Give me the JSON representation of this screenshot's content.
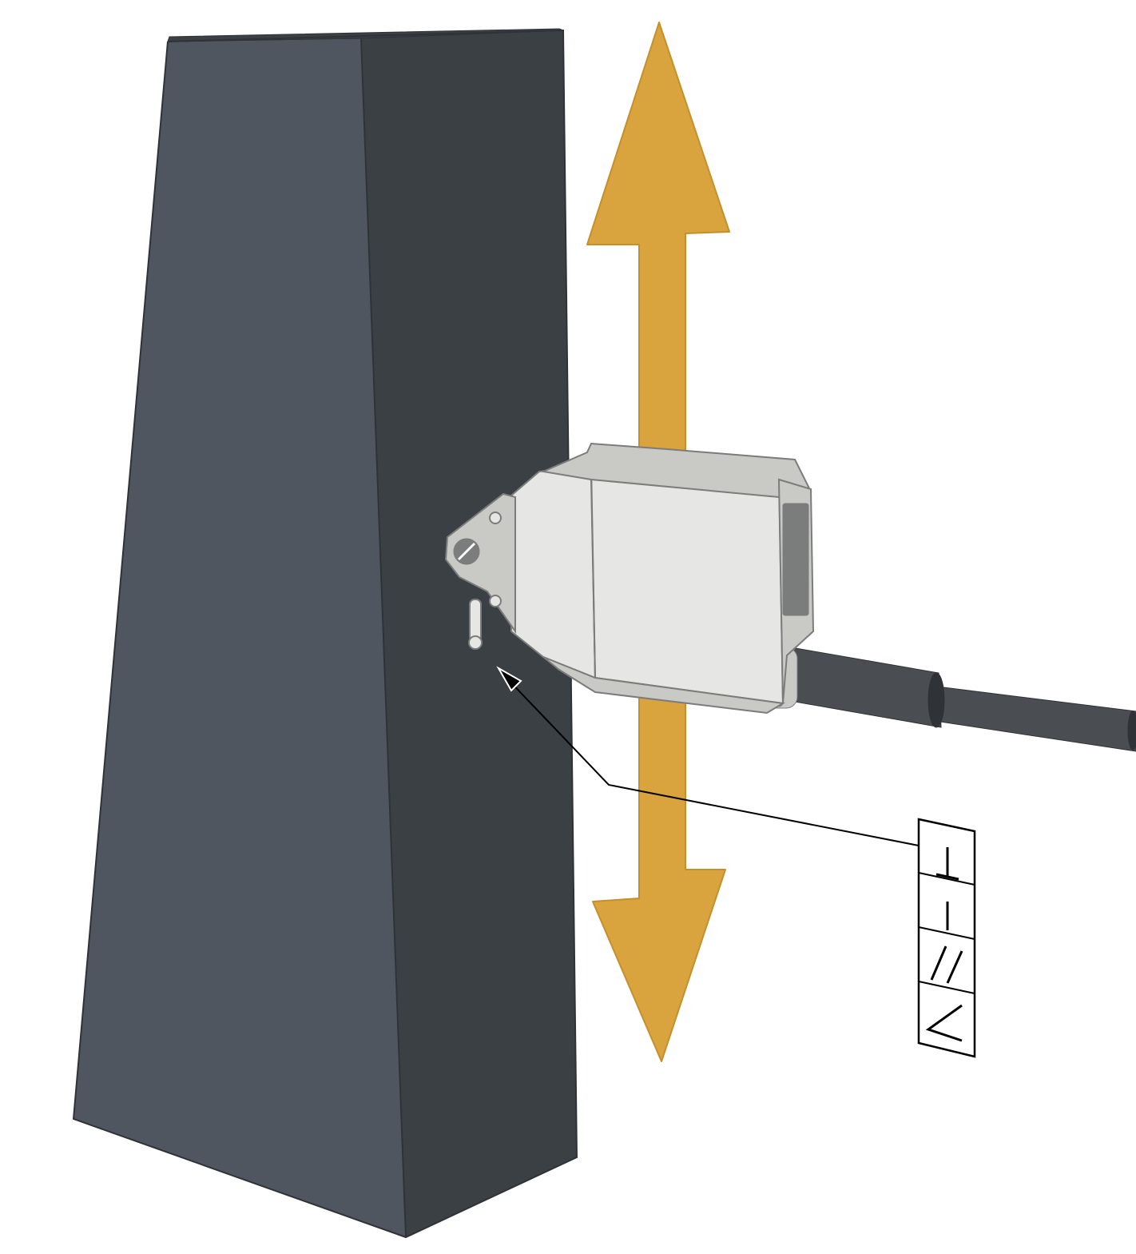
{
  "colors": {
    "background": "#ffffff",
    "block_front": "#4f5660",
    "block_side": "#3b4045",
    "block_edge": "#2f3338",
    "arrow_fill": "#d9a33d",
    "arrow_edge": "#c58f2a",
    "switch_body": "#e6e6e4",
    "switch_shadow": "#c9c9c6",
    "switch_dark": "#7b7c7c",
    "cable": "#4a4d52",
    "cable_dark": "#2f3236",
    "connector_gold": "#c6a04a",
    "leader_line": "#000000"
  },
  "icons": {
    "movement_arrow": "double-headed-vertical-arrow-icon",
    "leader_arrow": "leader-arrow-icon",
    "mounting_symbols": [
      "perpendicular-symbol",
      "vertical-line-symbol",
      "parallel-slash-symbol",
      "angle-symbol"
    ]
  }
}
